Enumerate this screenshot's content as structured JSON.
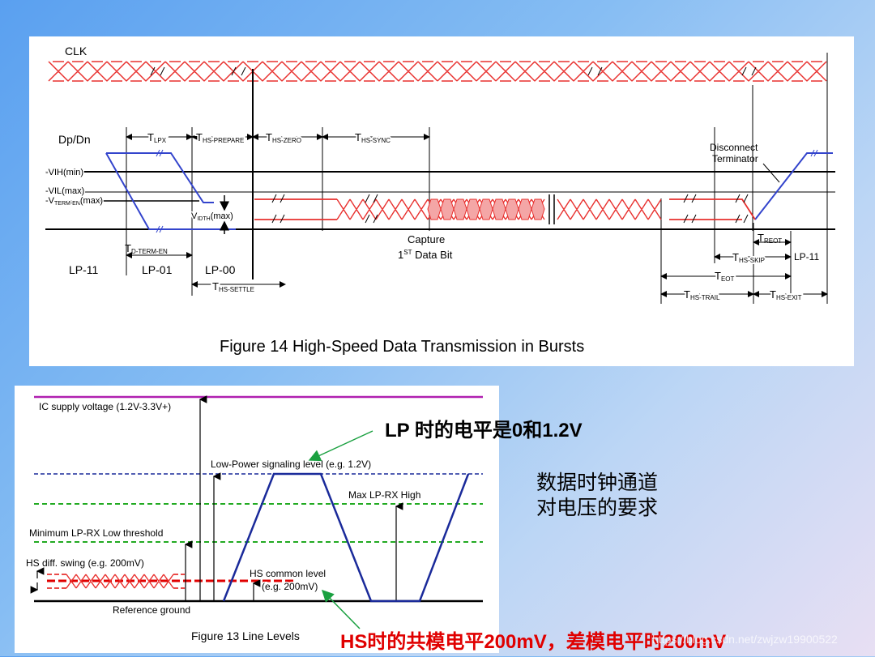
{
  "top_figure": {
    "caption": "Figure 14 High-Speed Data Transmission in Bursts",
    "labels": {
      "clk": "CLK",
      "dpdn": "Dp/Dn",
      "vih": "-VIH(min)",
      "vil": "-VIL(max)",
      "vterm_v": "-V",
      "vterm_sub": "TERM-EN",
      "vterm_max": "(max)",
      "vidth_v": "V",
      "vidth_sub": "IDTH",
      "vidth_max": "(max)",
      "capture_line1": "Capture",
      "capture_1": "1",
      "capture_st": "ST",
      "capture_rest": " Data Bit",
      "disconnect_line1": "Disconnect",
      "disconnect_line2": "Terminator",
      "lp11_left": "LP-11",
      "lp01": "LP-01",
      "lp00": "LP-00",
      "lp11_right": "LP-11"
    },
    "timings": {
      "t": "T",
      "lpx": "LPX",
      "hs_prepare": "HS-PREPARE",
      "hs_zero": "HS-ZERO",
      "hs_sync": "HS-SYNC",
      "d_term_en": "D-TERM-EN",
      "hs_settle": "HS-SETTLE",
      "reot": "REOT",
      "hs_skip": "HS-SKIP",
      "eot": "EOT",
      "hs_trail": "HS-TRAIL",
      "hs_exit": "HS-EXIT"
    }
  },
  "bottom_figure": {
    "caption": "Figure 13 Line Levels",
    "labels": {
      "ic_supply": "IC supply voltage (1.2V-3.3V+)",
      "lp_signal": "Low-Power signaling level (e.g. 1.2V)",
      "max_lp_rx": "Max LP-RX High",
      "min_lp_rx": "Minimum LP-RX Low threshold",
      "hs_diff": "HS diff. swing (e.g. 200mV)",
      "hs_common_1": "HS common level",
      "hs_common_2": "(e.g. 200mV)",
      "ref_ground": "Reference ground"
    }
  },
  "annotations": {
    "lp_note": "LP 时的电平是0和1.2V",
    "side_note_line1": "数据时钟通道",
    "side_note_line2": "对电压的要求",
    "hs_note": "HS时的共模电平200mV，差模电平时200mV",
    "watermark": "https://blog.csdn.net/zwjzw19900522"
  },
  "colors": {
    "clk_signal": "#e8302e",
    "lp_signal": "#3344cc",
    "hs_fill": "#f4a6a6",
    "green_arrow": "#1aa040",
    "magenta_line": "#b020b0",
    "navy_dashed": "#1a2a9a",
    "green_dashed": "#22aa22",
    "hs_note_red": "#e00000"
  }
}
